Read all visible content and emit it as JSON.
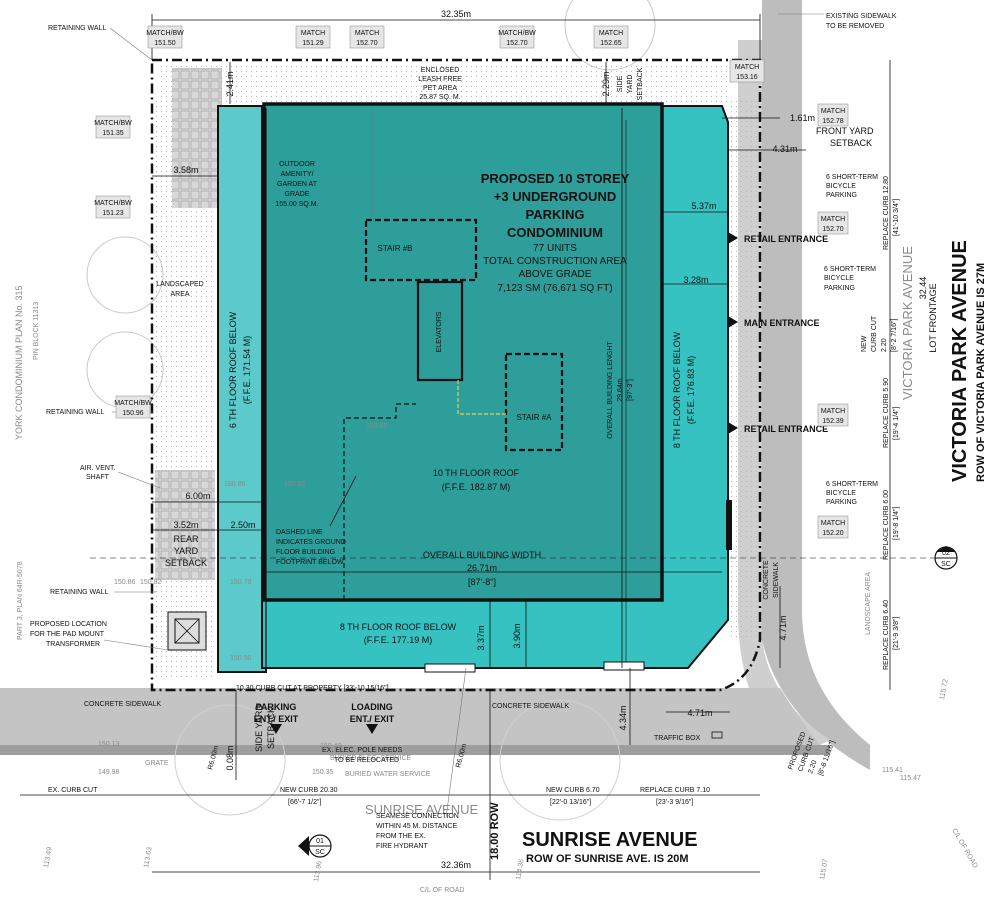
{
  "building": {
    "title_1": "PROPOSED 10 STOREY",
    "title_2": "+3 UNDERGROUND",
    "title_3": "PARKING",
    "title_4": "CONDOMINIUM",
    "units": "77 UNITS",
    "area_1": "TOTAL CONSTRUCTION AREA",
    "area_2": "ABOVE GRADE",
    "area_3": "7,123 SM (76,671 SQ FT)",
    "stair_b": "STAIR #B",
    "stair_a": "STAIR #A",
    "elevators": "ELEVATORS",
    "roof_10_1": "10 TH FLOOR ROOF",
    "roof_10_2": "(F.F.E. 182.87 M)",
    "roof_8s_1": "8 TH FLOOR ROOF BELOW",
    "roof_8s_2": "(F.F.E. 177.19 M)",
    "roof_8e_1": "8 TH FLOOR ROOF BELOW",
    "roof_8e_2": "(F.F.E. 176.83 M)",
    "roof_6_1": "6 TH FLOOR ROOF BELOW",
    "roof_6_2": "(F.F.E. 171.54 M)",
    "dash_1": "DASHED LINE",
    "dash_2": "INDICATES GROUND",
    "dash_3": "FLOOR BUILDING",
    "dash_4": "FOOTPRINT BELOW",
    "amenity_1": "OUTDOOR",
    "amenity_2": "AMENITY/",
    "amenity_3": "GARDEN AT",
    "amenity_4": "GRADE",
    "amenity_5": "155.00 SQ.M.",
    "width_1": "OVERALL BUILDING WIDTH",
    "width_2": "26.71m",
    "width_3": "[87'-8\"]",
    "length_1": "OVERALL BUILDING LENGHT",
    "length_2": "29.64m",
    "length_3": "[97'-3\"]"
  },
  "streets": {
    "victoria_name": "VICTORIA PARK AVENUE",
    "victoria_row": "ROW OF VICTORIA PARK AVENUE IS 27M",
    "sunrise_name": "SUNRISE AVENUE",
    "sunrise_row": "ROW OF SUNRISE AVE. IS 20M",
    "sunrise_row_dim": "18.00 ROW"
  },
  "entrances": {
    "retail_1": "RETAIL ENTRANCE",
    "main": "MAIN ENTRANCE",
    "retail_2": "RETAIL ENTRANCE",
    "parking_1": "PARKING",
    "parking_2": "ENT./ EXIT",
    "loading_1": "LOADING",
    "loading_2": "ENT./ EXIT"
  },
  "dimensions": {
    "top_width": "32.35m",
    "bottom_width": "32.36m",
    "d241": "2.41m",
    "d229": "2.29m",
    "d358": "3.58m",
    "d600": "6.00m",
    "d352": "3.52m",
    "d250": "2.50m",
    "d161": "1.61m",
    "d431": "4.31m",
    "d537": "5.37m",
    "d328": "3.28m",
    "d337": "3.37m",
    "d390": "3.90m",
    "d434": "4.34m",
    "d471a": "4.71m",
    "d471b": "4.71m",
    "d008": "0.08m",
    "lot_1": "32.44",
    "lot_2": "LOT FRONTAGE"
  },
  "labels": {
    "retaining_wall_1": "RETAINING WALL",
    "retaining_wall_2": "RETAINING WALL",
    "retaining_wall_3": "RETAINING WALL",
    "existing_sidewalk_1": "EXISTING SIDEWALK",
    "existing_sidewalk_2": "TO BE REMOVED",
    "leash_1": "ENCLOSED",
    "leash_2": "LEASH FREE",
    "leash_3": "PET AREA",
    "leash_4": "25.87 SQ. M.",
    "side_setback_1": "SIDE",
    "side_setback_2": "YARD",
    "side_setback_3": "SETBACK",
    "front_setback_1": "FRONT YARD",
    "front_setback_2": "SETBACK",
    "bike_1a": "6 SHORT-TERM",
    "bike_1b": "BICYCLE",
    "bike_1c": "PARKING",
    "bike_2a": "6 SHORT-TERM",
    "bike_2b": "BICYCLE",
    "bike_2c": "PARKING",
    "bike_3a": "6 SHORT-TERM",
    "bike_3b": "BICYCLE",
    "bike_3c": "PARKING",
    "landscaped_1": "LANDSCAPED",
    "landscaped_2": "AREA",
    "air_vent_1": "AIR. VENT.",
    "air_vent_2": "SHAFT",
    "rear_1": "REAR",
    "rear_2": "YARD",
    "rear_3": "SETBACK",
    "transformer_1": "PROPOSED LOCATION",
    "transformer_2": "FOR THE PAD MOUNT",
    "transformer_3": "TRANSFORMER",
    "concrete_sidewalk_1": "CONCRETE SIDEWALK",
    "concrete_sidewalk_2": "CONCRETE SIDEWALK",
    "concrete_sidewalk_3": "CONCRETE",
    "concrete_sidewalk_4": "SIDEWALK",
    "curb_cut": "10.30 CURB CUT AT PROPERTY [33'-10 15/16\"]",
    "side_yard_1": "SIDE YARD",
    "side_yard_2": "SETBACK",
    "pole_1": "EX. ELEC. POLE NEEDS",
    "pole_2": "TO BE RELOCATED",
    "r600_1": "R6.00m",
    "r600_2": "R6.00m",
    "traffic_box": "TRAFFIC BOX",
    "ex_curb_cut": "EX. CURB CUT",
    "new_curb_2030": "NEW CURB 20.30",
    "new_curb_2030_ft": "[66'-7 1/2\"]",
    "new_curb_670": "NEW CURB 6.70",
    "new_curb_670_ft": "[22'-0 13/16\"]",
    "replace_curb_710": "REPLACE CURB 7.10",
    "replace_curb_710_ft": "[23'-3 9/16\"]",
    "seamese_1": "SEAMESE CONNECTION",
    "seamese_2": "WITHIN 45 M. DISTANCE",
    "seamese_3": "FROM THE EX.",
    "seamese_4": "FIRE HYDRANT",
    "replace_curb_1280": "REPLACE CURB 12.80",
    "replace_curb_1280_ft": "[41'-10 3/4\"]",
    "replace_curb_590": "REPLACE CURB 5.90",
    "replace_curb_590_ft": "[19'-4 1/4\"]",
    "replace_curb_600": "REPLACE CURB 6.00",
    "replace_curb_600_ft": "[19'-8 1/4\"]",
    "replace_curb_640": "REPLACE CURB 6.40",
    "replace_curb_640_ft": "[21'-9 3/8\"]",
    "new_curb_220_1": "NEW",
    "new_curb_220_2": "CURB CUT",
    "new_curb_220_3": "2.20",
    "new_curb_220_ft": "[8'-2 7/16\"]",
    "prop_curb_1": "PROPOSED",
    "prop_curb_2": "CURB CUT",
    "prop_curb_3": "2.20",
    "prop_curb_ft": "[8'-8 11/16\"]",
    "cl_road_1": "C/L OF ROAD",
    "cl_road_2": "C/L OF ROAD",
    "plan_ref_1": "YORK CONDOMINIUM PLAN No. 315",
    "plan_ref_2": "PIN BLOCK 11313",
    "plan_ref_3": "PART 3, PLAN 64R-5078",
    "sunrise_bg": "SUNRISE AVENUE",
    "victoria_bg": "VICTORIA PARK AVENUE",
    "elec_service": "BURIED ELEC. SERVICE",
    "water_service": "BURIED WATER SERVICE",
    "grate": "GRATE",
    "landscape_area": "LANDSCAPE AREA",
    "grid_1": "01",
    "grid_1b": "SC",
    "grid_2": "02",
    "grid_2b": "SC"
  },
  "elevations": {
    "m1": "MATCH/BW",
    "m1v": "151.50",
    "m2": "MATCH",
    "m2v": "151.29",
    "m3": "MATCH",
    "m3v": "152.70",
    "m4": "MATCH/BW",
    "m4v": "152.70",
    "m5": "MATCH",
    "m5v": "152.65",
    "m6": "MATCH",
    "m6v": "153.16",
    "m7": "MATCH/BW",
    "m7v": "151.35",
    "m8": "MATCH/BW",
    "m8v": "151.23",
    "m9": "MATCH",
    "m9v": "152.78",
    "m10": "MATCH",
    "m10v": "152.70",
    "m11": "MATCH",
    "m11v": "152.39",
    "m12": "MATCH",
    "m12v": "152.20",
    "m13": "MATCH/BW",
    "m13v": "150.96",
    "e1": "150.86",
    "e2": "150.78",
    "e3": "150.50",
    "e4": "150.86",
    "e5": "150.13",
    "e6": "149.98",
    "e7": "150.40",
    "e8": "150.35",
    "e9": "150.95",
    "e10": "150.82",
    "e11": "150.82",
    "e12": "113.49",
    "e13": "113.63",
    "e14": "113.96",
    "e15": "114.36",
    "e16": "115.41",
    "e17": "115.47",
    "e18": "115.07",
    "e19": "115.72"
  },
  "colors": {
    "core": "#2e9e9b",
    "core_light": "#3bb7b4",
    "wing": "#36c2c1",
    "strip": "#5cc9cb",
    "sidewalk": "#bdbdbd",
    "road_strip": "#9e9e9e"
  }
}
